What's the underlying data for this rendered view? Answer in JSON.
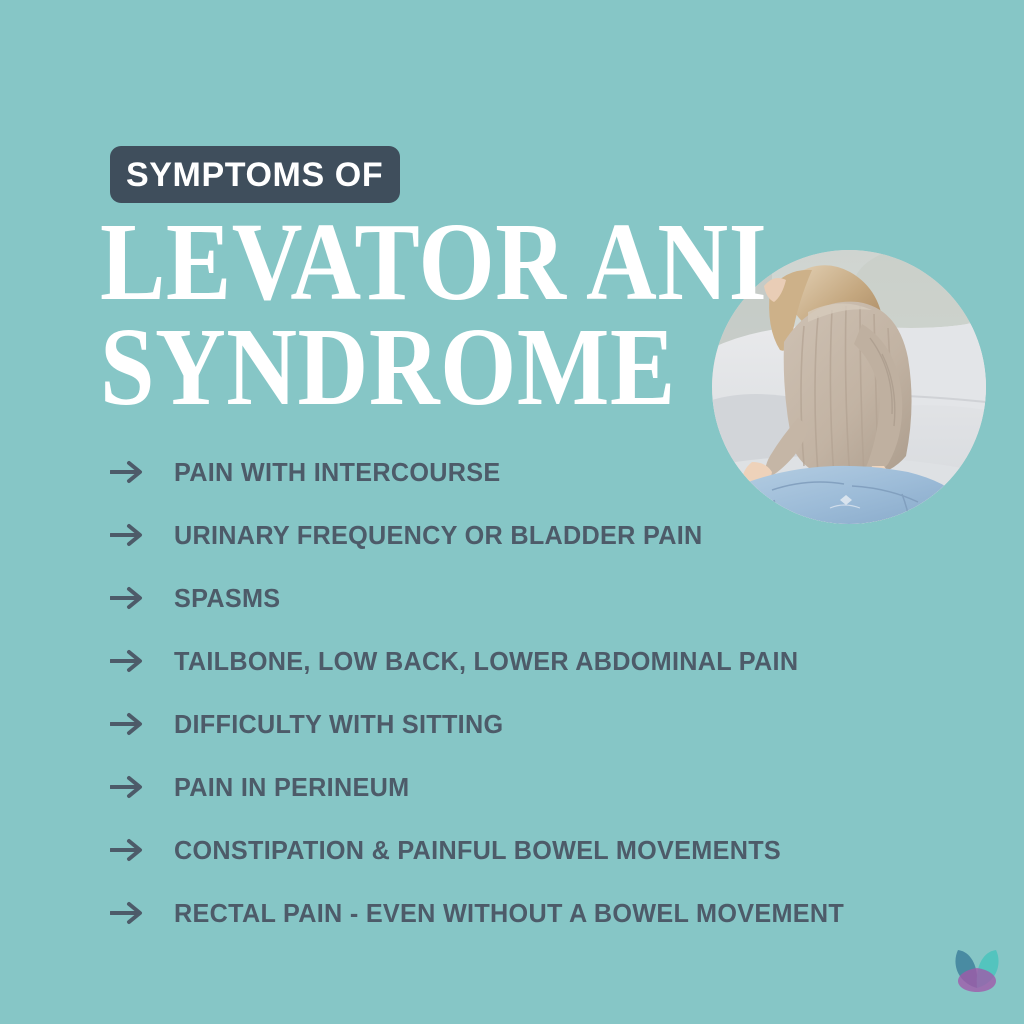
{
  "poster": {
    "background_color": "#86c6c6",
    "eyebrow": {
      "text": "SYMPTOMS OF",
      "background_color": "#3f4e5c",
      "text_color": "#ffffff"
    },
    "headline": {
      "line1": "LEVATOR ANI",
      "line2": "SYNDROME",
      "text_color": "#ffffff"
    },
    "photo": {
      "alt": "Woman in beige ribbed sweater and light blue jeans sitting on a light gray sofa holding her lower back",
      "shape": "circle"
    },
    "symptoms": {
      "bullet_icon": "arrow-right-icon",
      "text_color": "#4d5b69",
      "items": [
        "PAIN WITH INTERCOURSE",
        "URINARY FREQUENCY OR BLADDER PAIN",
        "SPASMS",
        "TAILBONE, LOW BACK, LOWER ABDOMINAL PAIN",
        "DIFFICULTY WITH SITTING",
        "PAIN IN PERINEUM",
        "CONSTIPATION & PAINFUL BOWEL MOVEMENTS",
        "RECTAL PAIN - EVEN WITHOUT A BOWEL MOVEMENT"
      ]
    },
    "logo": {
      "name": "butterfly-logo",
      "colors": {
        "left_wing": "#3d7e9a",
        "right_wing": "#49c3bd",
        "lower_body": "#a44fa8"
      }
    }
  }
}
